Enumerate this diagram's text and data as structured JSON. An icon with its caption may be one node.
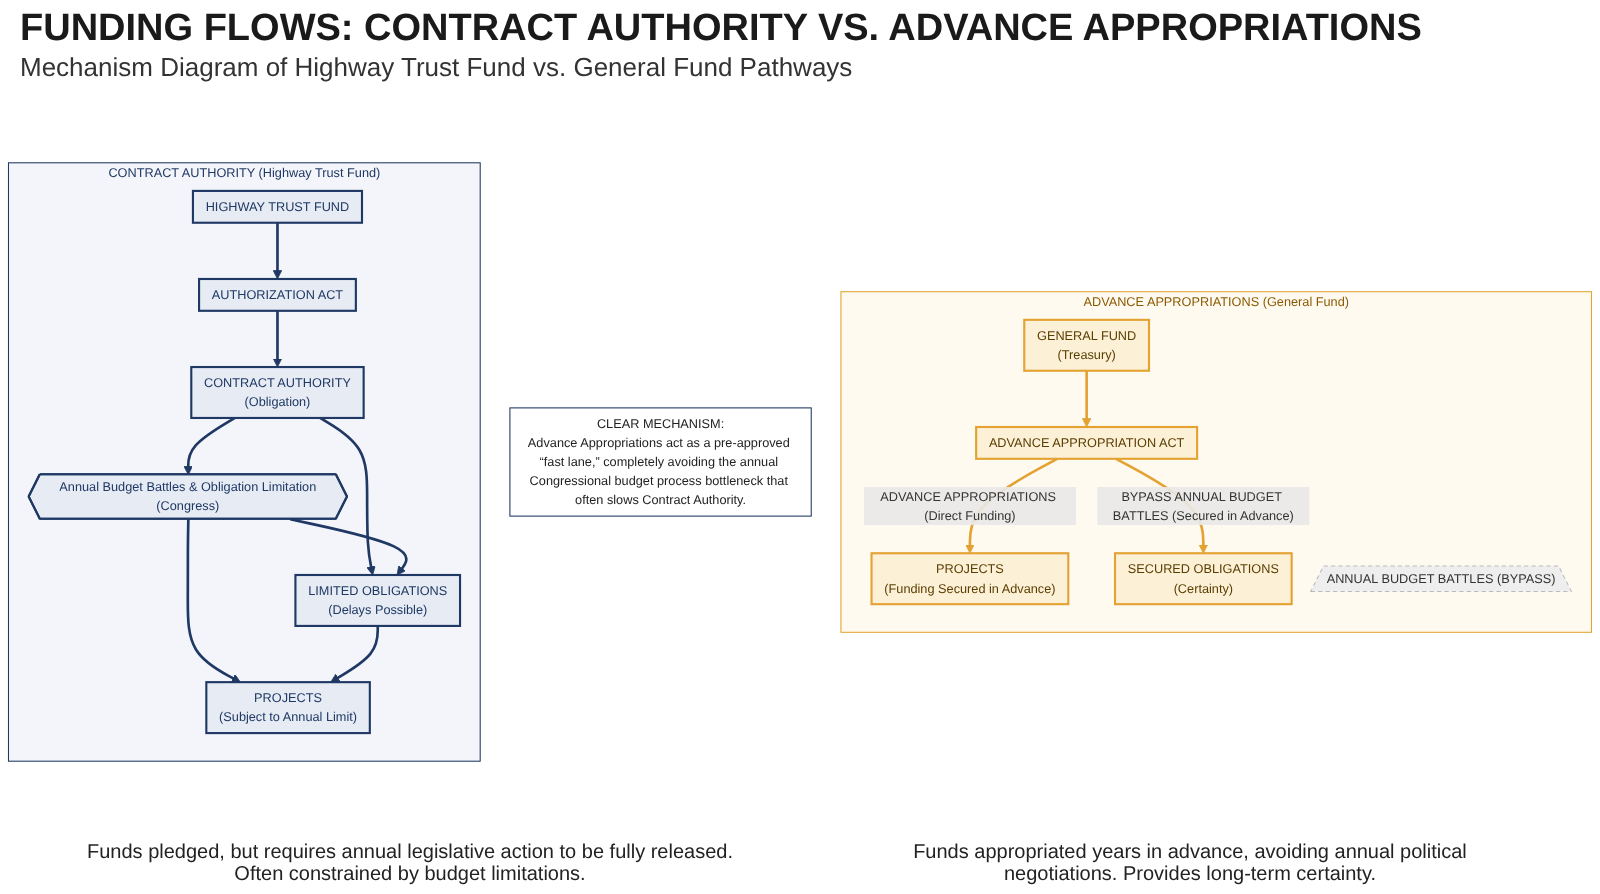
{
  "diagram": {
    "title": "FUNDING FLOWS: CONTRACT AUTHORITY VS. ADVANCE APPROPRIATIONS",
    "caption": "Mechanism Diagram of Highway Trust Fund vs. General Fund Pathways",
    "nodes": [
      {
        "text": [
          "CONTRACT AUTHORITY (Highway Trust Fund)"
        ]
      },
      {
        "text": [
          "HIGHWAY TRUST FUND"
        ],
        "in": 0
      },
      {
        "text": [
          "AUTHORIZATION ACT"
        ],
        "in": 0
      },
      {
        "text": [
          "CONTRACT AUTHORITY",
          "(Obligation)"
        ],
        "in": 0
      },
      {
        "text": [
          "Annual Budget Battles & Obligation Limitation",
          "(Congress)"
        ],
        "in": 0
      },
      {
        "text": [
          "LIMITED OBLIGATIONS",
          "(Delays Possible)"
        ],
        "in": 0
      },
      {
        "text": [
          "PROJECTS",
          "(Subject to Annual Limit)"
        ],
        "in": 0
      },
      {
        "text": [
          "ADVANCE APPROPRIATIONS (General Fund)"
        ]
      },
      {
        "text": [
          "GENERAL FUND",
          "(Treasury)"
        ],
        "in": 7
      },
      {
        "text": [
          "ADVANCE APPROPRIATION ACT"
        ],
        "in": 7
      },
      {
        "text": [
          "ANNUAL BUDGET BATTLES (BYPASS)"
        ],
        "in": 7
      },
      {
        "text": [
          "SECURED OBLIGATIONS",
          "(Certainty)"
        ],
        "in": 7
      },
      {
        "text": [
          "PROJECTS",
          "(Funding Secured in Advance)"
        ],
        "in": 7
      },
      {
        "text": [
          "CLEAR MECHANISM:",
          "Advance Appropriations act as a pre-approved “fast lane,” completely avoiding the annual Congressional budget process bottleneck that often slows Contract Authority."
        ]
      }
    ],
    "edges": [
      {
        "from": 1,
        "to": 2,
        "arrow": "to"
      },
      {
        "from": 2,
        "to": 3,
        "arrow": "to"
      },
      {
        "from": 3,
        "to": 4,
        "arrow": "to"
      },
      {
        "from": 3,
        "to": 5,
        "arrow": "to"
      },
      {
        "from": 4,
        "to": 5,
        "arrow": "to"
      },
      {
        "from": 4,
        "to": 6,
        "arrow": "to"
      },
      {
        "from": 5,
        "to": 6,
        "arrow": "to"
      },
      {
        "from": 8,
        "to": 9,
        "arrow": "to",
        "color": "#e3a232"
      },
      {
        "from": 9,
        "to": 12,
        "arrow": "to",
        "label": "ADVANCE APPROPRIATIONS (Direct Funding)",
        "color": "#e3a232"
      },
      {
        "from": 9,
        "to": 11,
        "arrow": "to",
        "label": "BYPASS ANNUAL BUDGET BATTLES (Secured in Advance)",
        "color": "#e3a232"
      }
    ],
    "labels": [
      "Funds pledged, but requires annual legislative action to be fully released. Often constrained by budget limitations.",
      "Funds appropriated years in advance, avoiding annual political negotiations. Provides long-term certainty."
    ]
  }
}
